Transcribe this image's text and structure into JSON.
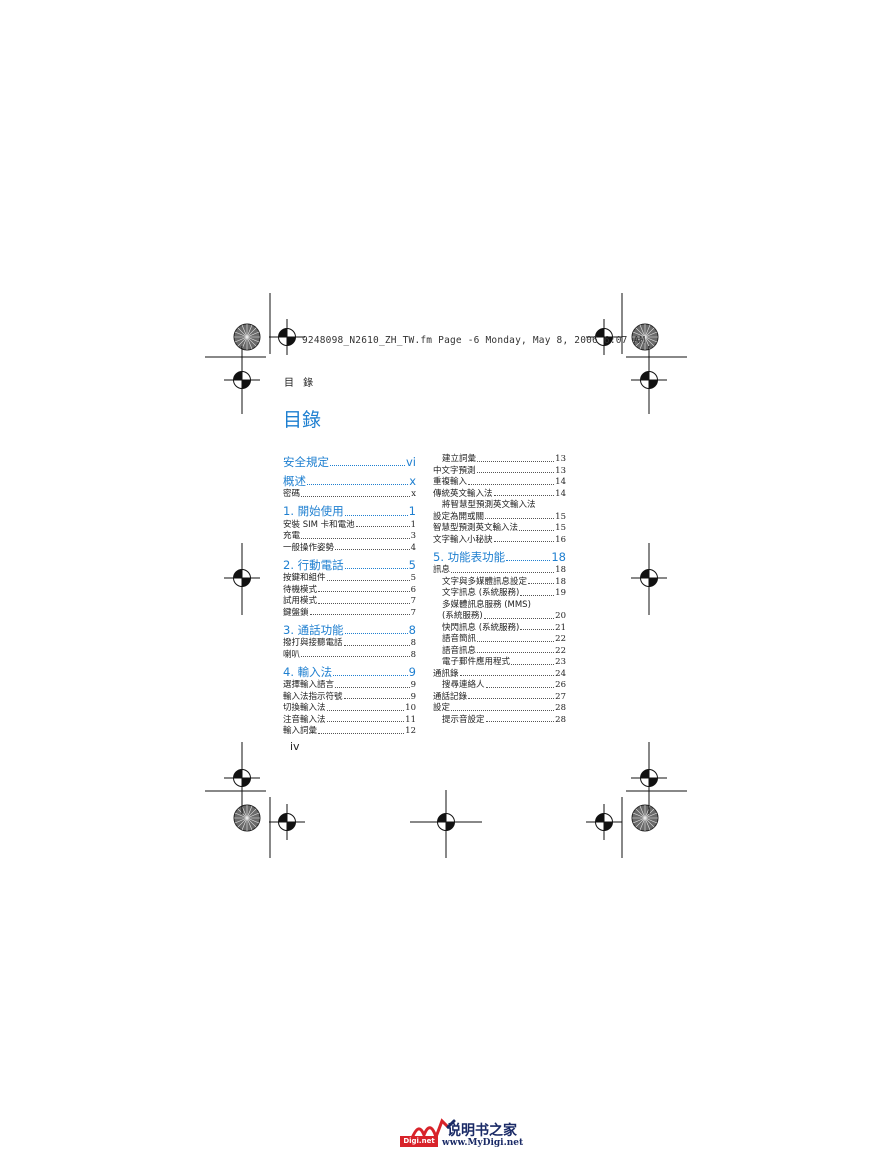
{
  "header": {
    "file_line": "9248098_N2610_ZH_TW.fm  Page -6  Monday, May 8, 2006  6:07 AM"
  },
  "running_head": "目 錄",
  "title": "目錄",
  "folio": "iv",
  "colors": {
    "accent": "#1e7fd0",
    "text": "#222222"
  },
  "toc_left": [
    {
      "type": "sec",
      "label": "安全規定",
      "page": "vi"
    },
    {
      "type": "sec",
      "label": "概述",
      "page": "x"
    },
    {
      "type": "sub",
      "label": "密碼",
      "page": "x"
    },
    {
      "type": "sec",
      "label": "1. 開始使用",
      "page": "1"
    },
    {
      "type": "sub",
      "label": "安裝 SIM 卡和電池",
      "page": "1"
    },
    {
      "type": "sub",
      "label": "充電",
      "page": "3"
    },
    {
      "type": "sub",
      "label": "一般操作姿勢",
      "page": "4"
    },
    {
      "type": "sec",
      "label": "2. 行動電話",
      "page": "5"
    },
    {
      "type": "sub",
      "label": "按鍵和組件",
      "page": "5"
    },
    {
      "type": "sub",
      "label": "待機模式",
      "page": "6"
    },
    {
      "type": "sub",
      "label": "試用模式",
      "page": "7"
    },
    {
      "type": "sub",
      "label": "鍵盤鎖",
      "page": "7"
    },
    {
      "type": "sec",
      "label": "3. 通話功能",
      "page": "8"
    },
    {
      "type": "sub",
      "label": "撥打與接聽電話",
      "page": "8"
    },
    {
      "type": "sub",
      "label": "喇叭",
      "page": "8"
    },
    {
      "type": "sec",
      "label": "4. 輸入法",
      "page": "9"
    },
    {
      "type": "sub",
      "label": "選擇輸入語言",
      "page": "9"
    },
    {
      "type": "sub",
      "label": "輸入法指示符號",
      "page": "9"
    },
    {
      "type": "sub",
      "label": "切換輸入法",
      "page": "10"
    },
    {
      "type": "sub",
      "label": "注音輸入法",
      "page": "11"
    },
    {
      "type": "sub",
      "label": "輸入詞彙",
      "page": "12"
    }
  ],
  "toc_right": [
    {
      "type": "ind",
      "label": "建立詞彙",
      "page": "13"
    },
    {
      "type": "sub",
      "label": "中文字預測",
      "page": "13"
    },
    {
      "type": "sub",
      "label": "重複輸入",
      "page": "14"
    },
    {
      "type": "sub",
      "label": "傳統英文輸入法",
      "page": "14"
    },
    {
      "type": "cont",
      "label": "將智慧型預測英文輸入法"
    },
    {
      "type": "sub",
      "label": "設定為開或關",
      "page": "15"
    },
    {
      "type": "sub",
      "label": "智慧型預測英文輸入法",
      "page": "15"
    },
    {
      "type": "sub",
      "label": "文字輸入小秘訣",
      "page": "16"
    },
    {
      "type": "sec",
      "label": "5. 功能表功能",
      "page": "18"
    },
    {
      "type": "sub",
      "label": "訊息",
      "page": "18"
    },
    {
      "type": "ind",
      "label": "文字與多媒體訊息設定",
      "page": "18"
    },
    {
      "type": "ind",
      "label": "文字訊息 (系統服務)",
      "page": "19"
    },
    {
      "type": "cont",
      "label": "多媒體訊息服務 (MMS)"
    },
    {
      "type": "ind",
      "label": "(系統服務)",
      "page": "20"
    },
    {
      "type": "ind",
      "label": "快閃訊息 (系統服務)",
      "page": "21"
    },
    {
      "type": "ind",
      "label": "語音簡訊",
      "page": "22"
    },
    {
      "type": "ind",
      "label": "語音訊息",
      "page": "22"
    },
    {
      "type": "ind",
      "label": "電子郵件應用程式",
      "page": "23"
    },
    {
      "type": "sub",
      "label": "通訊錄",
      "page": "24"
    },
    {
      "type": "ind",
      "label": "搜尋連絡人",
      "page": "26"
    },
    {
      "type": "sub",
      "label": "通話記錄",
      "page": "27"
    },
    {
      "type": "sub",
      "label": "設定",
      "page": "28"
    },
    {
      "type": "ind",
      "label": "提示音設定",
      "page": "28"
    }
  ],
  "watermark": {
    "brand_text": "说明书之家",
    "url_text": "www.MyDigi.net",
    "badge_text": "Digi.net"
  }
}
